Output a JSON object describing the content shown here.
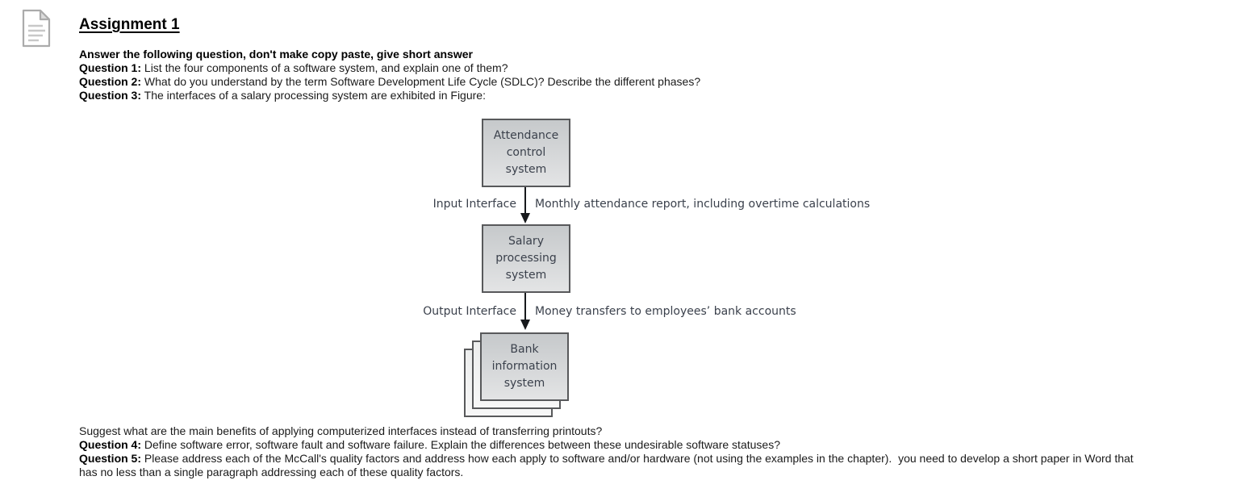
{
  "title": "Assignment 1",
  "icon": {
    "name": "document-icon"
  },
  "intro": "Answer the following question, don't make copy paste, give short answer",
  "questions": {
    "q1": {
      "label": "Question 1:",
      "text": "List the four components of a software system, and explain one of them?"
    },
    "q2": {
      "label": "Question 2:",
      "text": "What do you understand by the term Software Development Life Cycle (SDLC)? Describe the different phases?"
    },
    "q3": {
      "label": "Question 3:",
      "text": "The interfaces of a salary processing system are exhibited in Figure:"
    },
    "q4": {
      "label": "Question 4:",
      "text": "Define software error, software fault and software failure. Explain the differences between these undesirable software statuses?"
    },
    "q5": {
      "label": "Question 5:",
      "text_line1": "Please address each of the McCall's quality factors and address how each apply to software and/or hardware (not using the examples in the chapter).  you need to develop a short paper in Word that",
      "text_line2": "has no less than a single paragraph addressing each of these quality factors."
    }
  },
  "suggest_text": "Suggest what are the main benefits of applying computerized interfaces instead of transferring printouts?",
  "diagram": {
    "box_attendance": "Attendance\ncontrol\nsystem",
    "box_salary": "Salary\nprocessing\nsystem",
    "box_bank": "Bank\ninformation\nsystem",
    "arrow1_left_label": "Input Interface",
    "arrow1_right_label": "Monthly attendance report, including overtime calculations",
    "arrow2_left_label": "Output Interface",
    "arrow2_right_label": "Money transfers to employees’ bank accounts",
    "colors": {
      "box_border": "#58595b",
      "box_fill_top": "#c6c9cb",
      "box_fill_bottom": "#e3e4e5",
      "diagram_text": "#3b414c",
      "arrow": "#17191c"
    }
  }
}
